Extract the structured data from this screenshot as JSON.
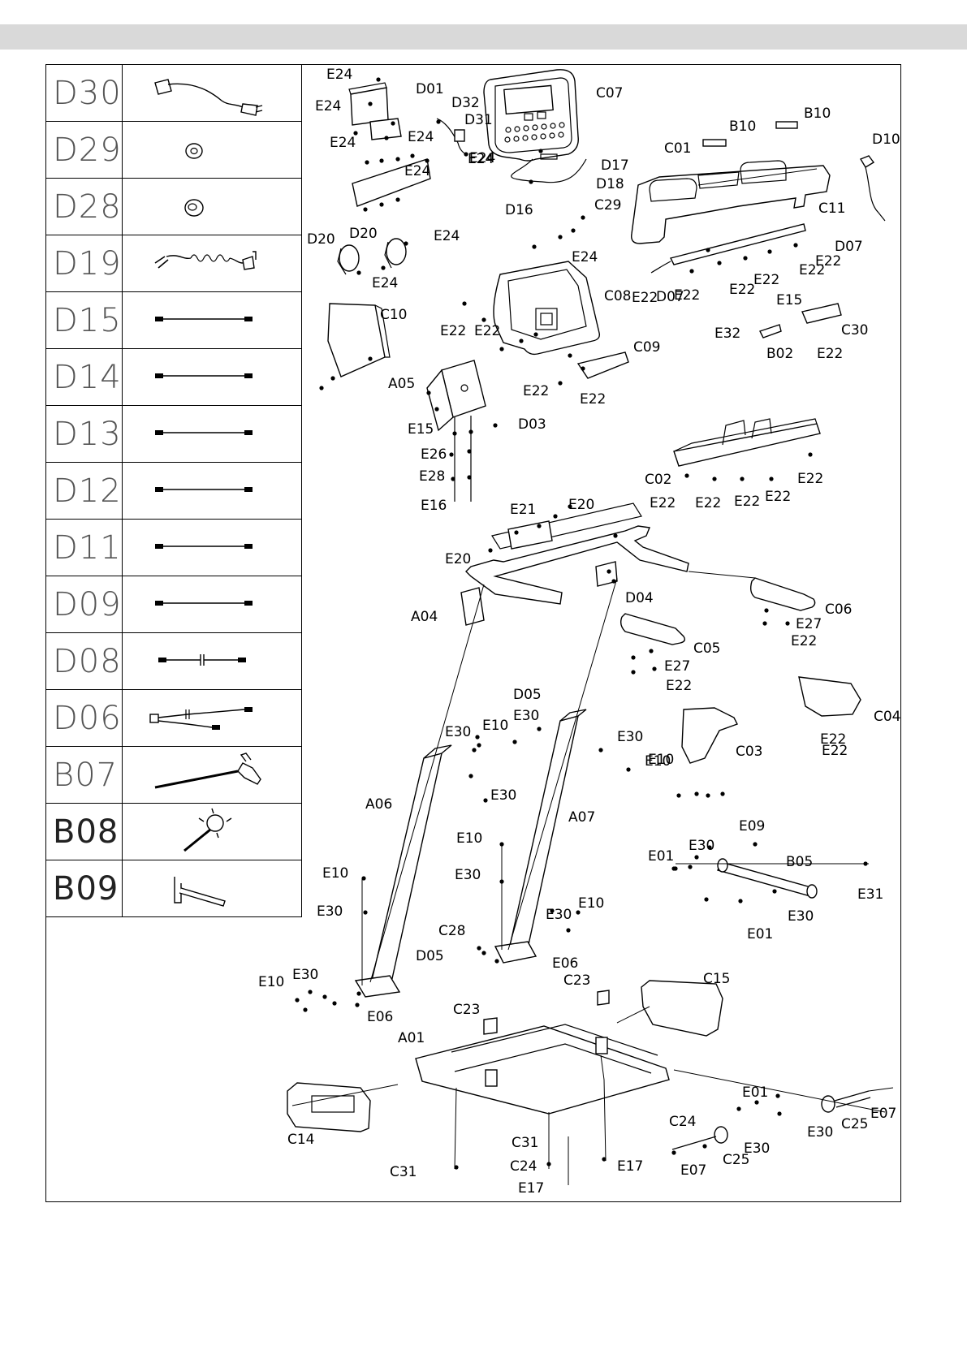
{
  "parts_table": [
    {
      "code": "D30",
      "icon": "power-cord"
    },
    {
      "code": "D29",
      "icon": "ring-washer"
    },
    {
      "code": "D28",
      "icon": "ring-spacer"
    },
    {
      "code": "D19",
      "icon": "coiled-audio-cable"
    },
    {
      "code": "D15",
      "icon": "cable"
    },
    {
      "code": "D14",
      "icon": "cable"
    },
    {
      "code": "D13",
      "icon": "cable"
    },
    {
      "code": "D12",
      "icon": "cable"
    },
    {
      "code": "D11",
      "icon": "cable"
    },
    {
      "code": "D09",
      "icon": "cable"
    },
    {
      "code": "D08",
      "icon": "cable-with-capacitor"
    },
    {
      "code": "D06",
      "icon": "split-cable-harness"
    },
    {
      "code": "B07",
      "icon": "t-handle-hex-key"
    },
    {
      "code": "B08",
      "icon": "combination-wrench"
    },
    {
      "code": "B09",
      "icon": "l-hex-key"
    }
  ],
  "labels": [
    "E24",
    "E24",
    "D01",
    "E24",
    "E24",
    "E24",
    "E24",
    "D32",
    "D31",
    "E24",
    "C07",
    "B10",
    "B10",
    "C01",
    "D10",
    "D17",
    "D18",
    "D16",
    "C29",
    "E24",
    "C11",
    "D07",
    "E22",
    "E22",
    "E22",
    "E22",
    "E22",
    "E22",
    "D07",
    "D20",
    "D20",
    "E24",
    "E24",
    "C10",
    "C08",
    "E22",
    "E15",
    "E32",
    "C30",
    "B02",
    "E22",
    "C09",
    "E22",
    "E22",
    "A05",
    "E15",
    "D03",
    "E26",
    "E28",
    "E16",
    "E22",
    "C02",
    "E22",
    "E22",
    "E22",
    "E22",
    "E22",
    "E21",
    "E20",
    "E20",
    "D04",
    "A04",
    "C06",
    "E27",
    "E22",
    "C05",
    "E27",
    "E22",
    "D05",
    "E30",
    "E10",
    "E30",
    "E30",
    "E10",
    "E30",
    "E10",
    "C03",
    "E22",
    "C04",
    "E22",
    "A06",
    "A07",
    "E10",
    "E30",
    "E09",
    "E01",
    "E30",
    "B05",
    "E31",
    "E30",
    "E01",
    "E10",
    "E30",
    "E10",
    "E30",
    "C28",
    "D05",
    "E06",
    "E10",
    "E30",
    "E06",
    "C23",
    "C23",
    "C15",
    "A01",
    "C14",
    "C24",
    "E01",
    "E07",
    "C25",
    "E30",
    "C31",
    "C31",
    "C24",
    "E17",
    "E17",
    "E07",
    "C25",
    "E30"
  ]
}
